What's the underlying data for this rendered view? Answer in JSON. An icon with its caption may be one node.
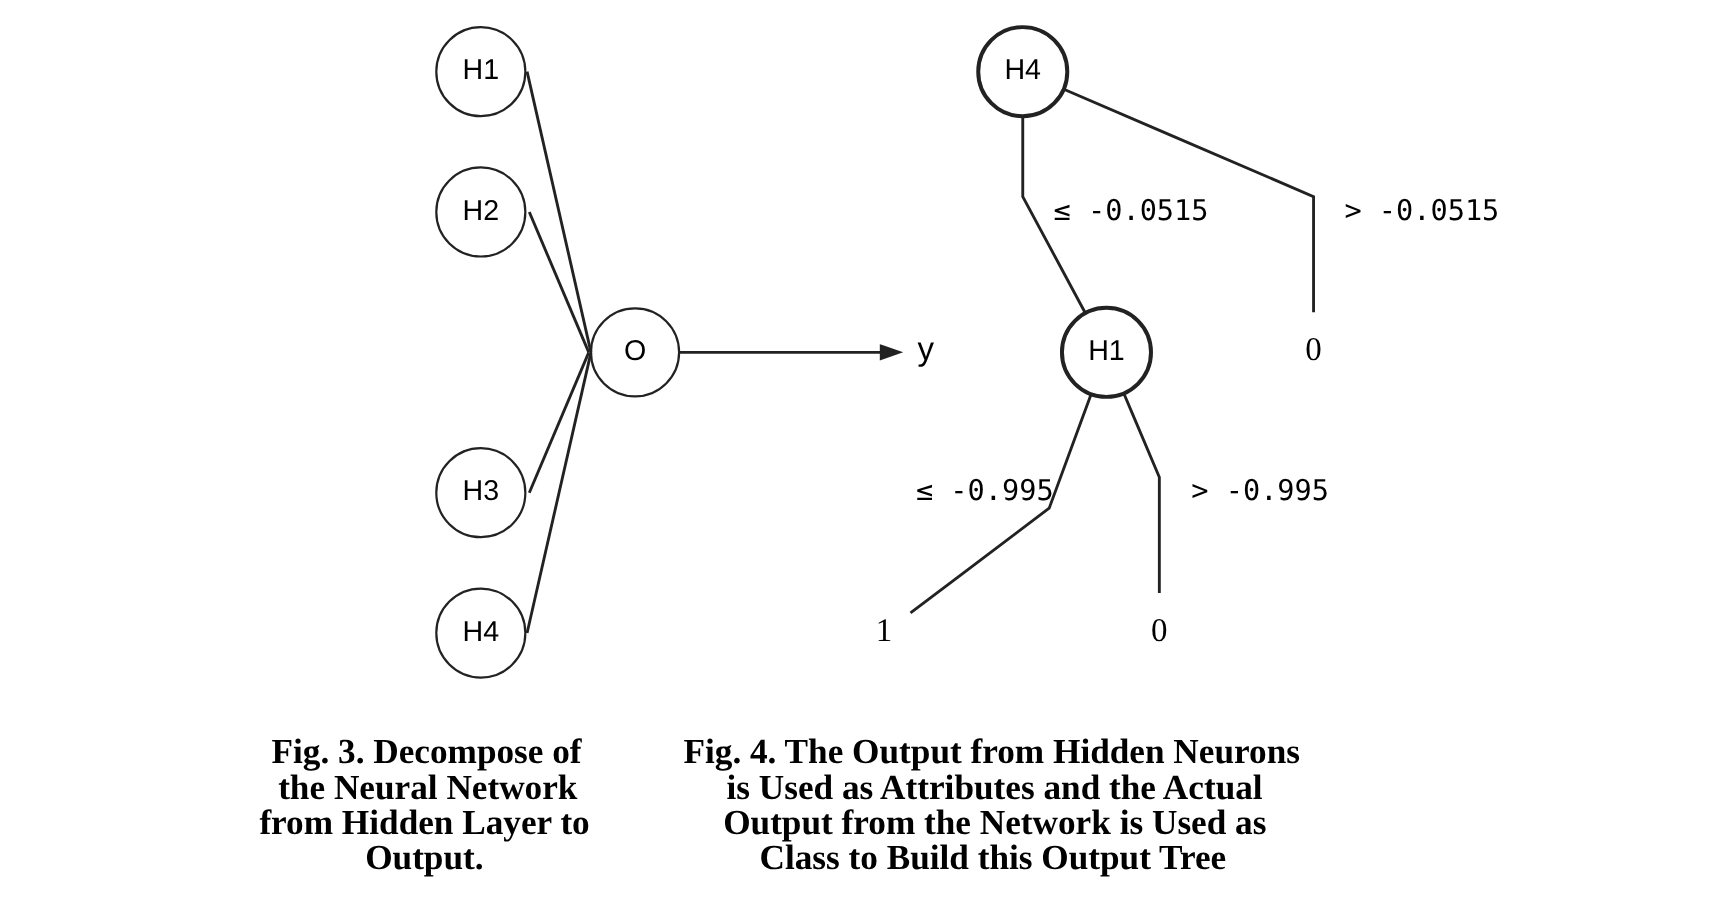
{
  "diagram": {
    "nodes": [
      {
        "text": [
          "H1"
        ]
      },
      {
        "text": [
          "H2"
        ]
      },
      {
        "text": [
          "H3"
        ]
      },
      {
        "text": [
          "H4"
        ]
      },
      {
        "text": [
          "O"
        ]
      },
      {
        "text": [
          "y"
        ]
      },
      {
        "text": [
          "H4"
        ]
      },
      {
        "text": [
          "H1"
        ]
      },
      {
        "text": [
          "0"
        ]
      },
      {
        "text": [
          "1"
        ]
      },
      {
        "text": [
          "0"
        ]
      }
    ],
    "edges": [
      {
        "from": 0,
        "to": 4,
        "arrow": "none"
      },
      {
        "from": 1,
        "to": 4,
        "arrow": "none"
      },
      {
        "from": 2,
        "to": 4,
        "arrow": "none"
      },
      {
        "from": 3,
        "to": 4,
        "arrow": "none"
      },
      {
        "from": 4,
        "to": 5,
        "arrow": "to"
      },
      {
        "from": 6,
        "to": 7,
        "label": "≤ -0.0515",
        "arrow": "none"
      },
      {
        "from": 6,
        "to": 8,
        "label": "> -0.0515",
        "arrow": "none"
      },
      {
        "from": 7,
        "to": 9,
        "label": "≤ -0.995",
        "arrow": "none"
      },
      {
        "from": 7,
        "to": 10,
        "label": "> -0.995",
        "arrow": "none"
      }
    ],
    "labels": [
      "Fig. 3. Decompose of the Neural Network from Hidden Layer to Output.",
      "Fig. 4. The Output from Hidden Neurons is Used as Attributes and the Actual Output from the Network is Used as Class to Build this Output Tree"
    ]
  }
}
